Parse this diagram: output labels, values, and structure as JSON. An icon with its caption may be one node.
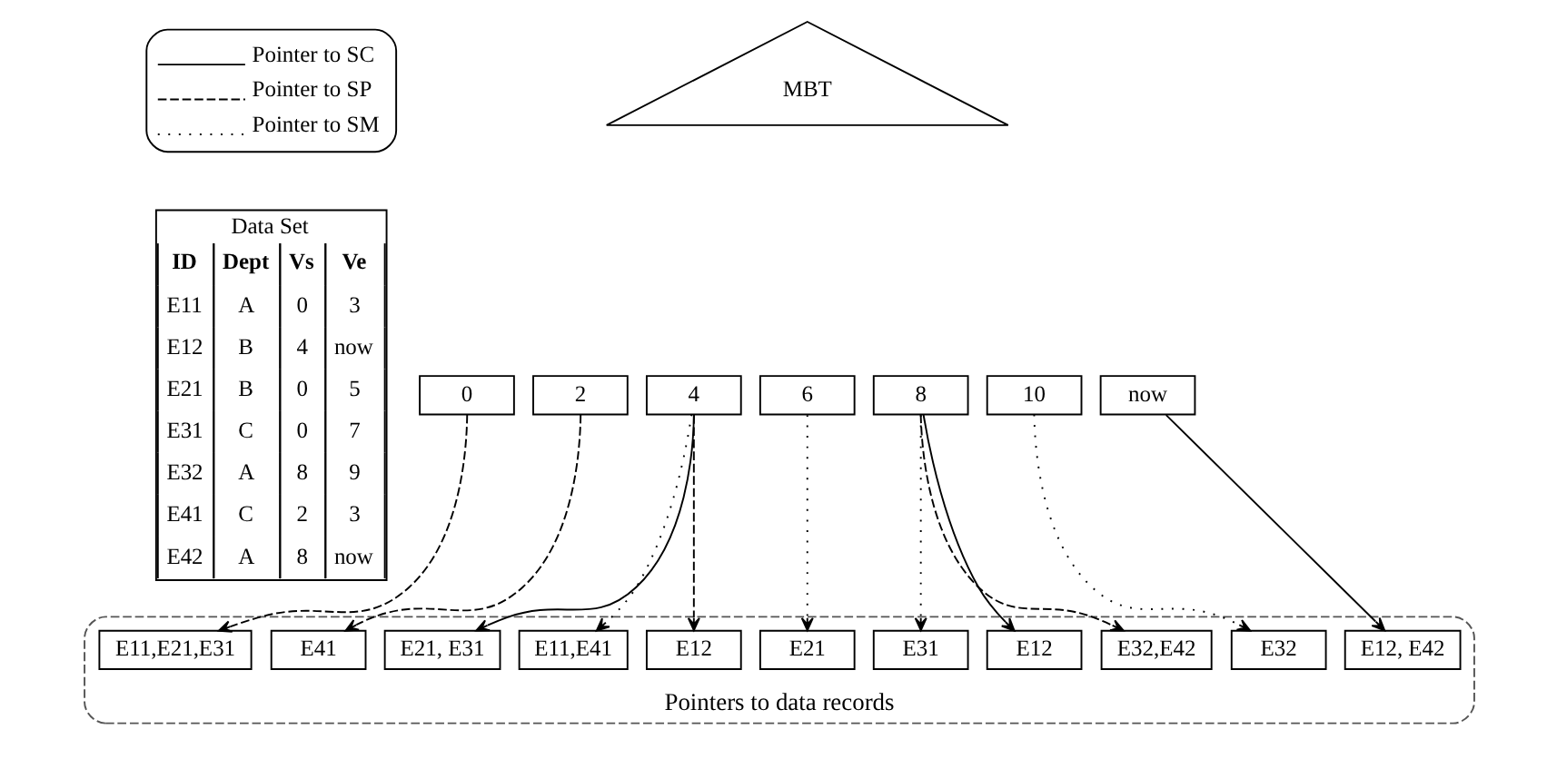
{
  "diagram": {
    "nodes": [
      {
        "text": [
          "MBT"
        ]
      },
      {
        "text": [
          "0"
        ]
      },
      {
        "text": [
          "2"
        ]
      },
      {
        "text": [
          "4"
        ]
      },
      {
        "text": [
          "6"
        ]
      },
      {
        "text": [
          "8"
        ]
      },
      {
        "text": [
          "10"
        ]
      },
      {
        "text": [
          "now"
        ]
      },
      {
        "text": [
          "Pointers to data records"
        ]
      },
      {
        "text": [
          "E11,E21,E31"
        ],
        "in": 8
      },
      {
        "text": [
          "E41"
        ],
        "in": 8
      },
      {
        "text": [
          "E21, E31"
        ],
        "in": 8
      },
      {
        "text": [
          "E12"
        ],
        "in": 8
      },
      {
        "text": [
          "E11,E41"
        ],
        "in": 8
      },
      {
        "text": [
          "E21"
        ],
        "in": 8
      },
      {
        "text": [
          "E12, E42"
        ],
        "in": 8
      },
      {
        "text": [
          "E32"
        ],
        "in": 8
      },
      {
        "text": [
          "E31"
        ],
        "in": 8
      },
      {
        "text": [
          "E32,E42"
        ],
        "in": 8
      },
      {
        "text": [
          "E12"
        ],
        "in": 8
      }
    ],
    "edges": [
      {
        "from": 1,
        "to": 9,
        "arrow": "to",
        "style": "dashed"
      },
      {
        "from": 2,
        "to": 10,
        "arrow": "to",
        "style": "dashed"
      },
      {
        "from": 3,
        "to": 11,
        "arrow": "to"
      },
      {
        "from": 3,
        "to": 12,
        "arrow": "to",
        "style": "dashed"
      },
      {
        "from": 3,
        "to": 13,
        "arrow": "to",
        "style": "dashed"
      },
      {
        "from": 4,
        "to": 14,
        "arrow": "to",
        "style": "dashed"
      },
      {
        "from": 7,
        "to": 15,
        "arrow": "to"
      },
      {
        "from": 6,
        "to": 16,
        "arrow": "to",
        "style": "dashed"
      },
      {
        "from": 5,
        "to": 17,
        "arrow": "to",
        "style": "dashed"
      },
      {
        "from": 5,
        "to": 18,
        "arrow": "to",
        "style": "dashed"
      },
      {
        "from": 5,
        "to": 19,
        "arrow": "to"
      }
    ],
    "labels": [
      "Data Set",
      "ID",
      "Dept",
      "Vs",
      "Ve",
      "E11",
      "A",
      "0",
      "3",
      "E12",
      "B",
      "4",
      "now",
      "E21",
      "B",
      "0",
      "5",
      "E31",
      "C",
      "0",
      "7",
      "E32",
      "A",
      "8",
      "9",
      "E41",
      "C",
      "2",
      "3",
      "E42",
      "A",
      "8",
      "now"
    ],
    "legend": [
      {
        "text": "Pointer to SC"
      },
      {
        "text": "Pointer to SP"
      },
      {
        "text": "Pointer to SM"
      }
    ]
  }
}
